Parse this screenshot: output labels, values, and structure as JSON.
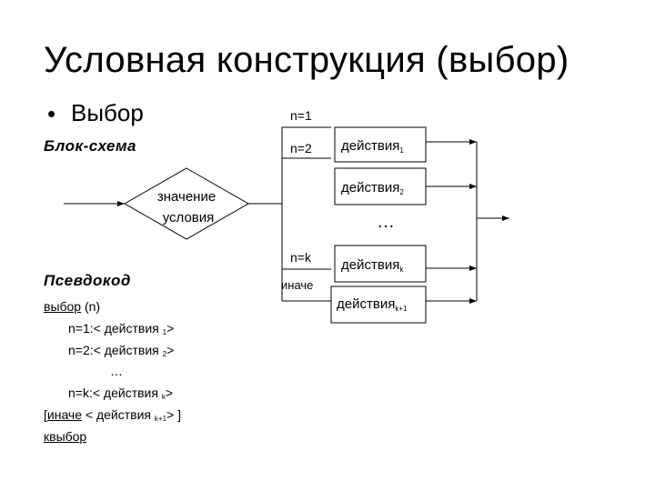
{
  "title": "Условная конструкция (выбор)",
  "bullet": {
    "dot": "•",
    "text": "Выбор"
  },
  "block_heading": "Блок-схема",
  "diagram": {
    "decision": {
      "line1": "значение",
      "line2": "условия"
    },
    "conditions": [
      "n=1",
      "n=2",
      "n=k",
      "иначе"
    ],
    "actions": [
      {
        "label": "действия",
        "sub": "1"
      },
      {
        "label": "действия",
        "sub": "2"
      },
      {
        "label": "действия",
        "sub": "k"
      },
      {
        "label": "действия",
        "sub": "k+1"
      }
    ],
    "ellipsis": "…"
  },
  "pseudocode": {
    "heading": "Псевдокод",
    "line1": {
      "kw": "выбор",
      "rest": " (n)"
    },
    "line2": {
      "text": "n=1:< действия ",
      "sub": "1",
      "end": ">"
    },
    "line3": {
      "text": "n=2:< действия ",
      "sub": "2",
      "end": ">"
    },
    "line4": {
      "text": "…"
    },
    "line5": {
      "text": "n=k:< действия ",
      "sub": "k",
      "end": ">"
    },
    "line6": {
      "open": "[",
      "kw": "иначе",
      "text": " < действия ",
      "sub": "k+1",
      "end": "> ]"
    },
    "line7": {
      "kw": "квыбор"
    }
  }
}
